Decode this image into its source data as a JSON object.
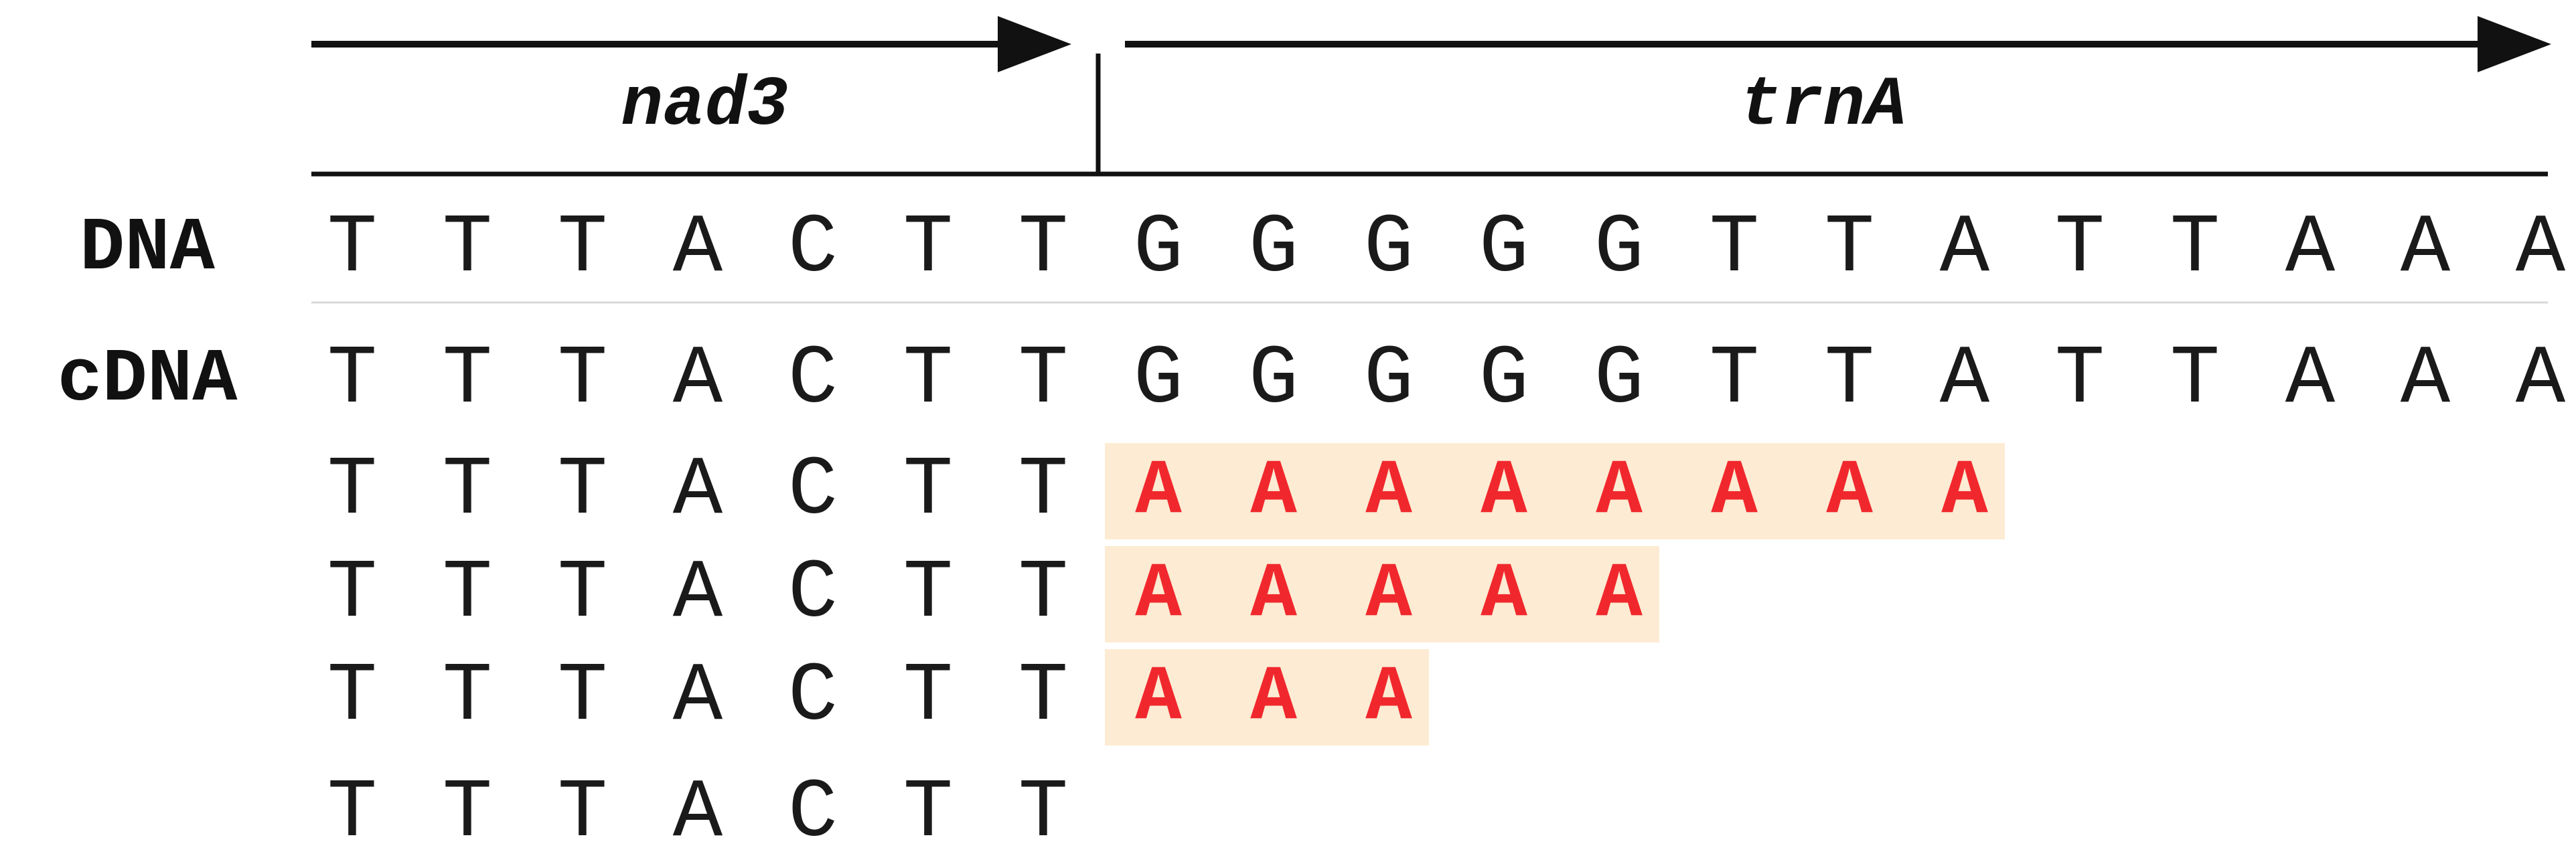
{
  "genes": {
    "left": "nad3",
    "right": "trnA"
  },
  "row_labels": {
    "dna": "DNA",
    "cdna": "cDNA"
  },
  "sequences": {
    "dna": [
      "T",
      "T",
      "T",
      "A",
      "C",
      "T",
      "T",
      "G",
      "G",
      "G",
      "G",
      "G",
      "T",
      "T",
      "A",
      "T",
      "T",
      "A",
      "A",
      "A"
    ],
    "cdna": [
      "T",
      "T",
      "T",
      "A",
      "C",
      "T",
      "T",
      "G",
      "G",
      "G",
      "G",
      "G",
      "T",
      "T",
      "A",
      "T",
      "T",
      "A",
      "A",
      "A"
    ],
    "reads": [
      {
        "prefix": [
          "T",
          "T",
          "T",
          "A",
          "C",
          "T",
          "T"
        ],
        "tail": [
          "A",
          "A",
          "A",
          "A",
          "A",
          "A",
          "A",
          "A"
        ]
      },
      {
        "prefix": [
          "T",
          "T",
          "T",
          "A",
          "C",
          "T",
          "T"
        ],
        "tail": [
          "A",
          "A",
          "A",
          "A",
          "A"
        ]
      },
      {
        "prefix": [
          "T",
          "T",
          "T",
          "A",
          "C",
          "T",
          "T"
        ],
        "tail": [
          "A",
          "A",
          "A"
        ]
      },
      {
        "prefix": [
          "T",
          "T",
          "T",
          "A",
          "C",
          "T",
          "T"
        ],
        "tail": []
      }
    ]
  },
  "colors": {
    "text": "#1a1a1a",
    "line": "#111111",
    "separator": "#d9d9d9",
    "added_base": "#f0282d",
    "tail_highlight": "#fdebd3"
  }
}
